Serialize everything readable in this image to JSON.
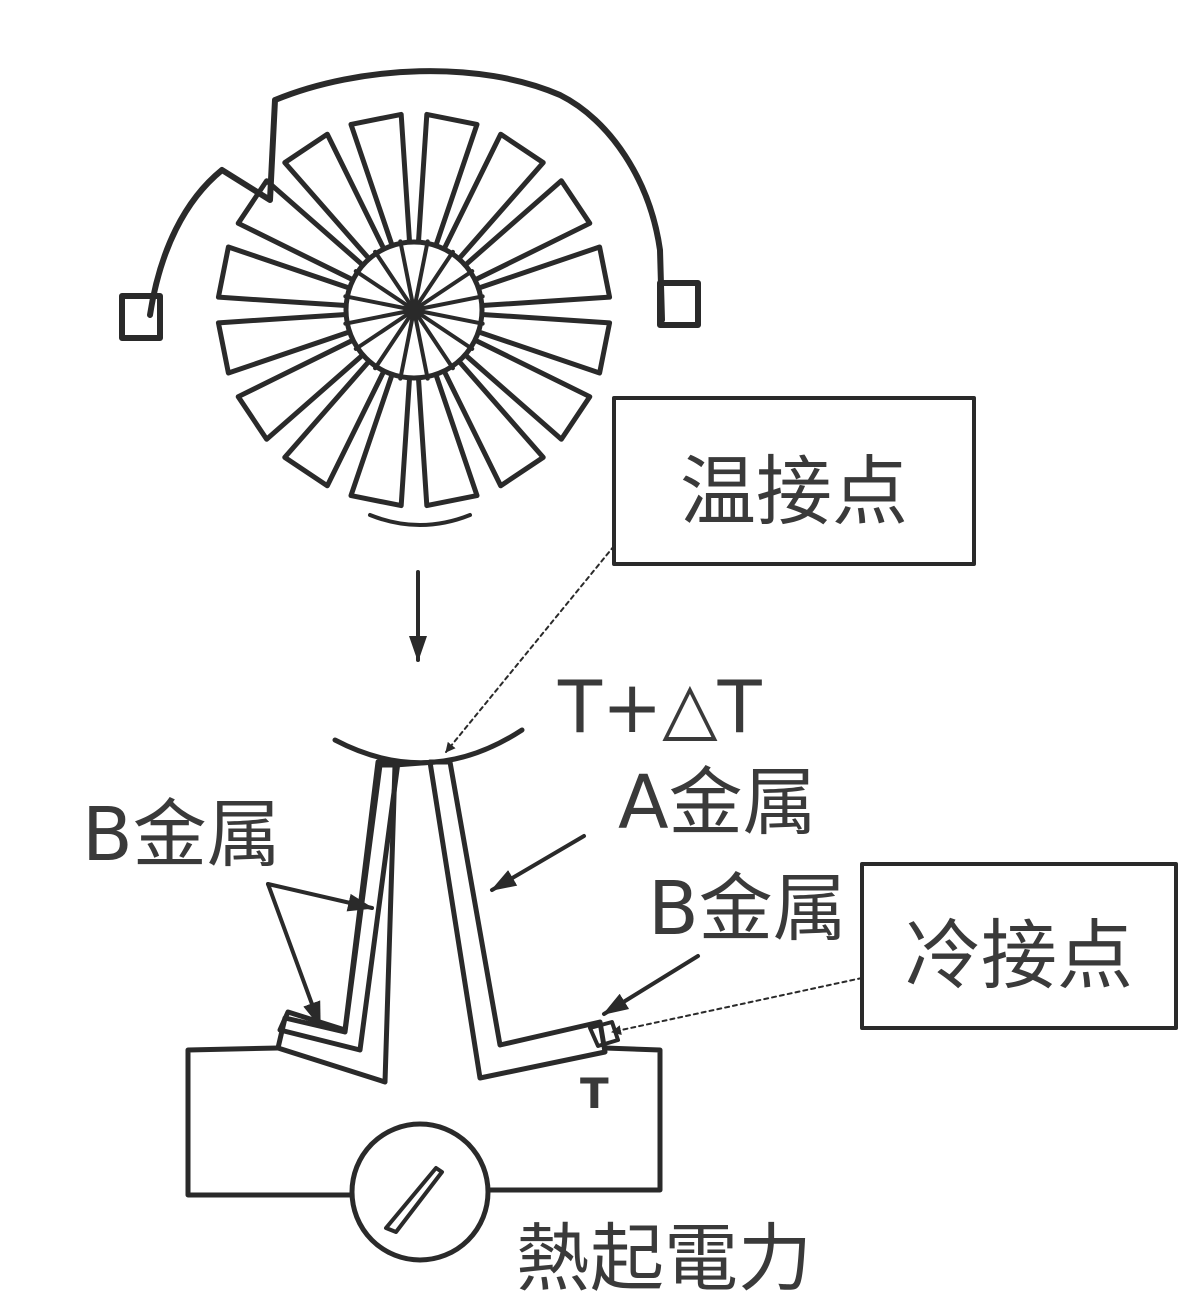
{
  "labels": {
    "hot_junction": "温接点",
    "cold_junction": "冷接点",
    "hot_temp": "T+△T",
    "cold_temp": "T",
    "metal_a": "A金属",
    "metal_b_left": "B金属",
    "metal_b_right": "B金属",
    "voltage": "熱起電力"
  },
  "colors": {
    "line": "#2a2a2a",
    "text": "#3a3a3a",
    "background": "#ffffff"
  }
}
